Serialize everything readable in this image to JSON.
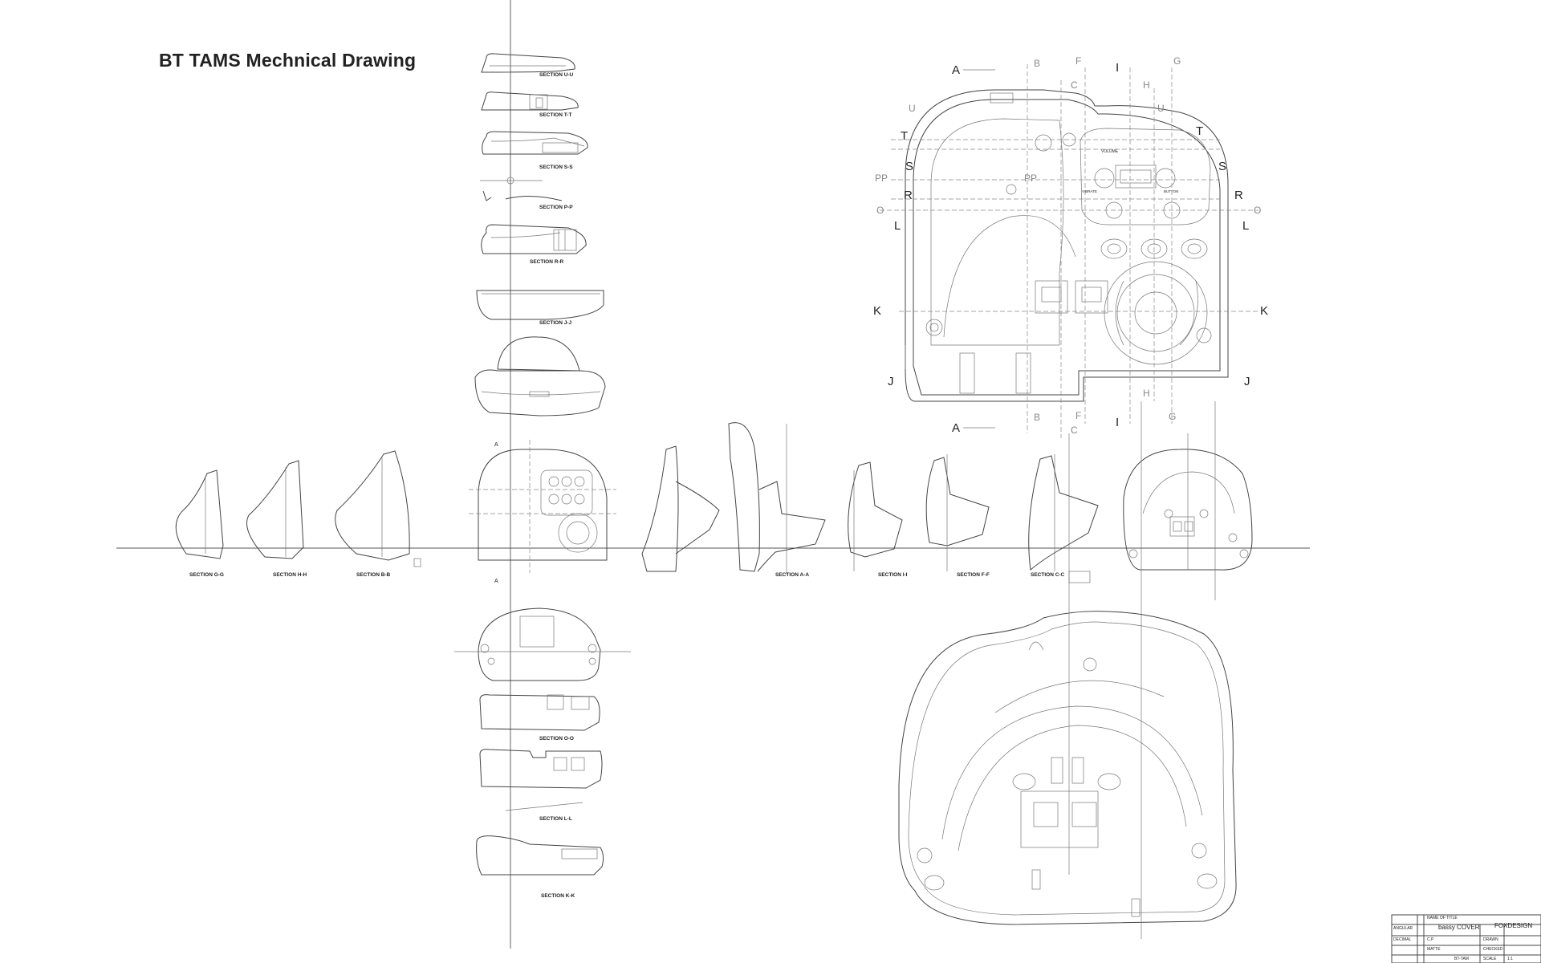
{
  "title": "BT TAMS Mechnical Drawing",
  "section_labels": {
    "u_u": "SECTION U-U",
    "t_t": "SECTION T-T",
    "s_s": "SECTION S-S",
    "pp": "SECTION P-P",
    "r_r": "SECTION R-R",
    "j_j": "SECTION J-J",
    "o_o": "SECTION O-O",
    "l_l": "SECTION L-L",
    "k_k": "SECTION K-K",
    "g_g": "SECTION G-G",
    "h_h": "SECTION H-H",
    "b_b": "SECTION B-B",
    "a_a": "SECTION A-A",
    "i_i": "SECTION I-I",
    "f_f": "SECTION F-F",
    "c_c": "SECTION C-C"
  },
  "cut_markers": {
    "a": "A",
    "b": "B",
    "c": "C",
    "f": "F",
    "g": "G",
    "h": "H",
    "i": "I",
    "j": "J",
    "k": "K",
    "l": "L",
    "o": "O",
    "pp": "PP",
    "r": "R",
    "s": "S",
    "t": "T",
    "u": "U"
  },
  "panel_labels": {
    "volume": "VOLUME",
    "vibrate": "VIBRATE",
    "button": "BUTTON"
  },
  "title_block": {
    "company": "FOXDESIGN",
    "part_name": "bassy COVER",
    "name_of_title_label": "NAME OF TITLE",
    "material": "C.P",
    "model": "BT-TAM",
    "angular_label": "ANGULAR",
    "decimal_label": "DECIMAL",
    "scale_label": "SCALE",
    "scale_value": "1:1",
    "finish": "MATTE",
    "drawn_label": "DRAWN",
    "checked_label": "CHECKED"
  },
  "colors": {
    "line": "#444444",
    "light_line": "#777777",
    "text": "#222222",
    "background": "#ffffff"
  }
}
